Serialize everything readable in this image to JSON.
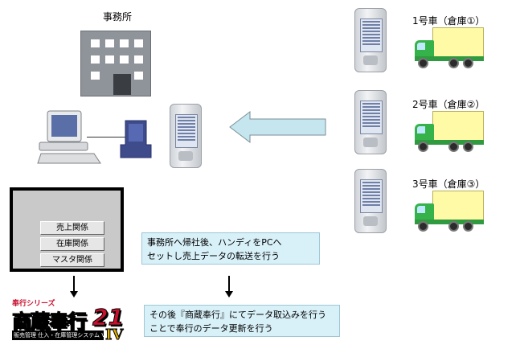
{
  "office": {
    "label": "事務所"
  },
  "trucks": [
    {
      "label": "1号車（倉庫①）"
    },
    {
      "label": "2号車（倉庫②）"
    },
    {
      "label": "3号車（倉庫③）"
    }
  ],
  "menu": {
    "buttons": [
      "売上関係",
      "在庫関係",
      "マスタ関係"
    ]
  },
  "notes": {
    "transfer": [
      "事務所へ帰社後、ハンディをPCへ",
      "セットし売上データの転送を行う"
    ],
    "import": [
      "その後『商蔵奉行』にてデータ取込みを行う",
      "ことで奉行のデータ更新を行う"
    ]
  },
  "logo": {
    "series": "奉行シリーズ",
    "name": "商蔵奉行",
    "number": "21",
    "edition": "IV",
    "subtitle": "販売管理 仕入・在庫管理システム Ver."
  },
  "colors": {
    "arrow_fill": "#c5e6ef",
    "truck_cab": "#35b34a",
    "truck_cargo": "#fffaa6",
    "note_bg": "#d8f0f8"
  }
}
